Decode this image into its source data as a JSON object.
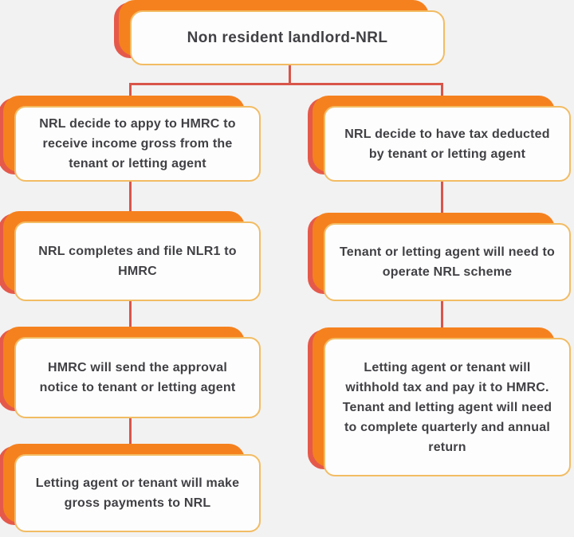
{
  "title": {
    "label": "Non resident landlord-NRL"
  },
  "flow": {
    "left": [
      {
        "text": "NRL decide to appy to HMRC to receive income gross from the tenant or letting agent"
      },
      {
        "text": "NRL completes and file NLR1 to HMRC"
      },
      {
        "text": "HMRC will send the approval notice to tenant or letting agent"
      },
      {
        "text": "Letting agent or tenant will make gross payments to NRL"
      }
    ],
    "right": [
      {
        "text": "NRL decide to have tax deducted by tenant or letting agent"
      },
      {
        "text": "Tenant or letting agent will need to operate NRL scheme"
      },
      {
        "text": "Letting agent or tenant will withhold tax and pay it to HMRC. Tenant and letting agent will need to complete quarterly and annual return"
      }
    ]
  },
  "colors": {
    "background": "#f2f2f2",
    "box_fill": "#fdfdfd",
    "box_border": "#f2bc63",
    "shadow_orange": "#f5811e",
    "shadow_red": "#e5594b",
    "connector": "#d95549",
    "text": "#414145"
  }
}
